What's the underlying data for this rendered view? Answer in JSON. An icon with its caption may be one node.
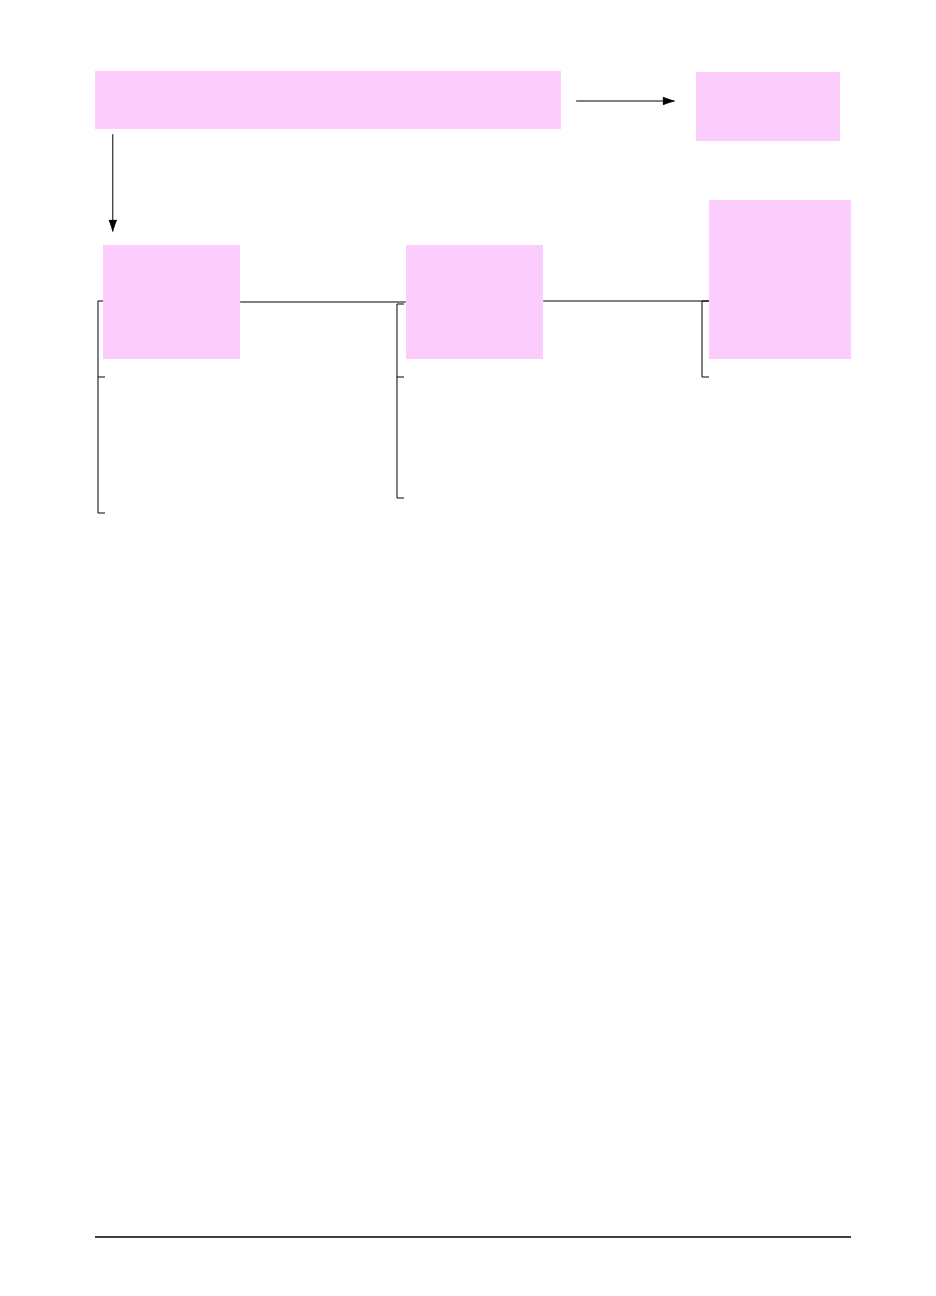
{
  "diagram": {
    "nodes": [
      {
        "text": [],
        "shape": "box"
      },
      {
        "text": [],
        "shape": "box"
      },
      {
        "text": [],
        "shape": "box"
      },
      {
        "text": [],
        "shape": "box"
      },
      {
        "text": [],
        "shape": "box"
      }
    ],
    "edges": [
      {
        "from": 0,
        "to": 1,
        "arrow": "to"
      },
      {
        "from": 0,
        "to": 2,
        "arrow": "to"
      },
      {
        "from": 2,
        "to": 3,
        "arrow": "none"
      },
      {
        "from": 3,
        "to": 4,
        "arrow": "none"
      }
    ]
  }
}
